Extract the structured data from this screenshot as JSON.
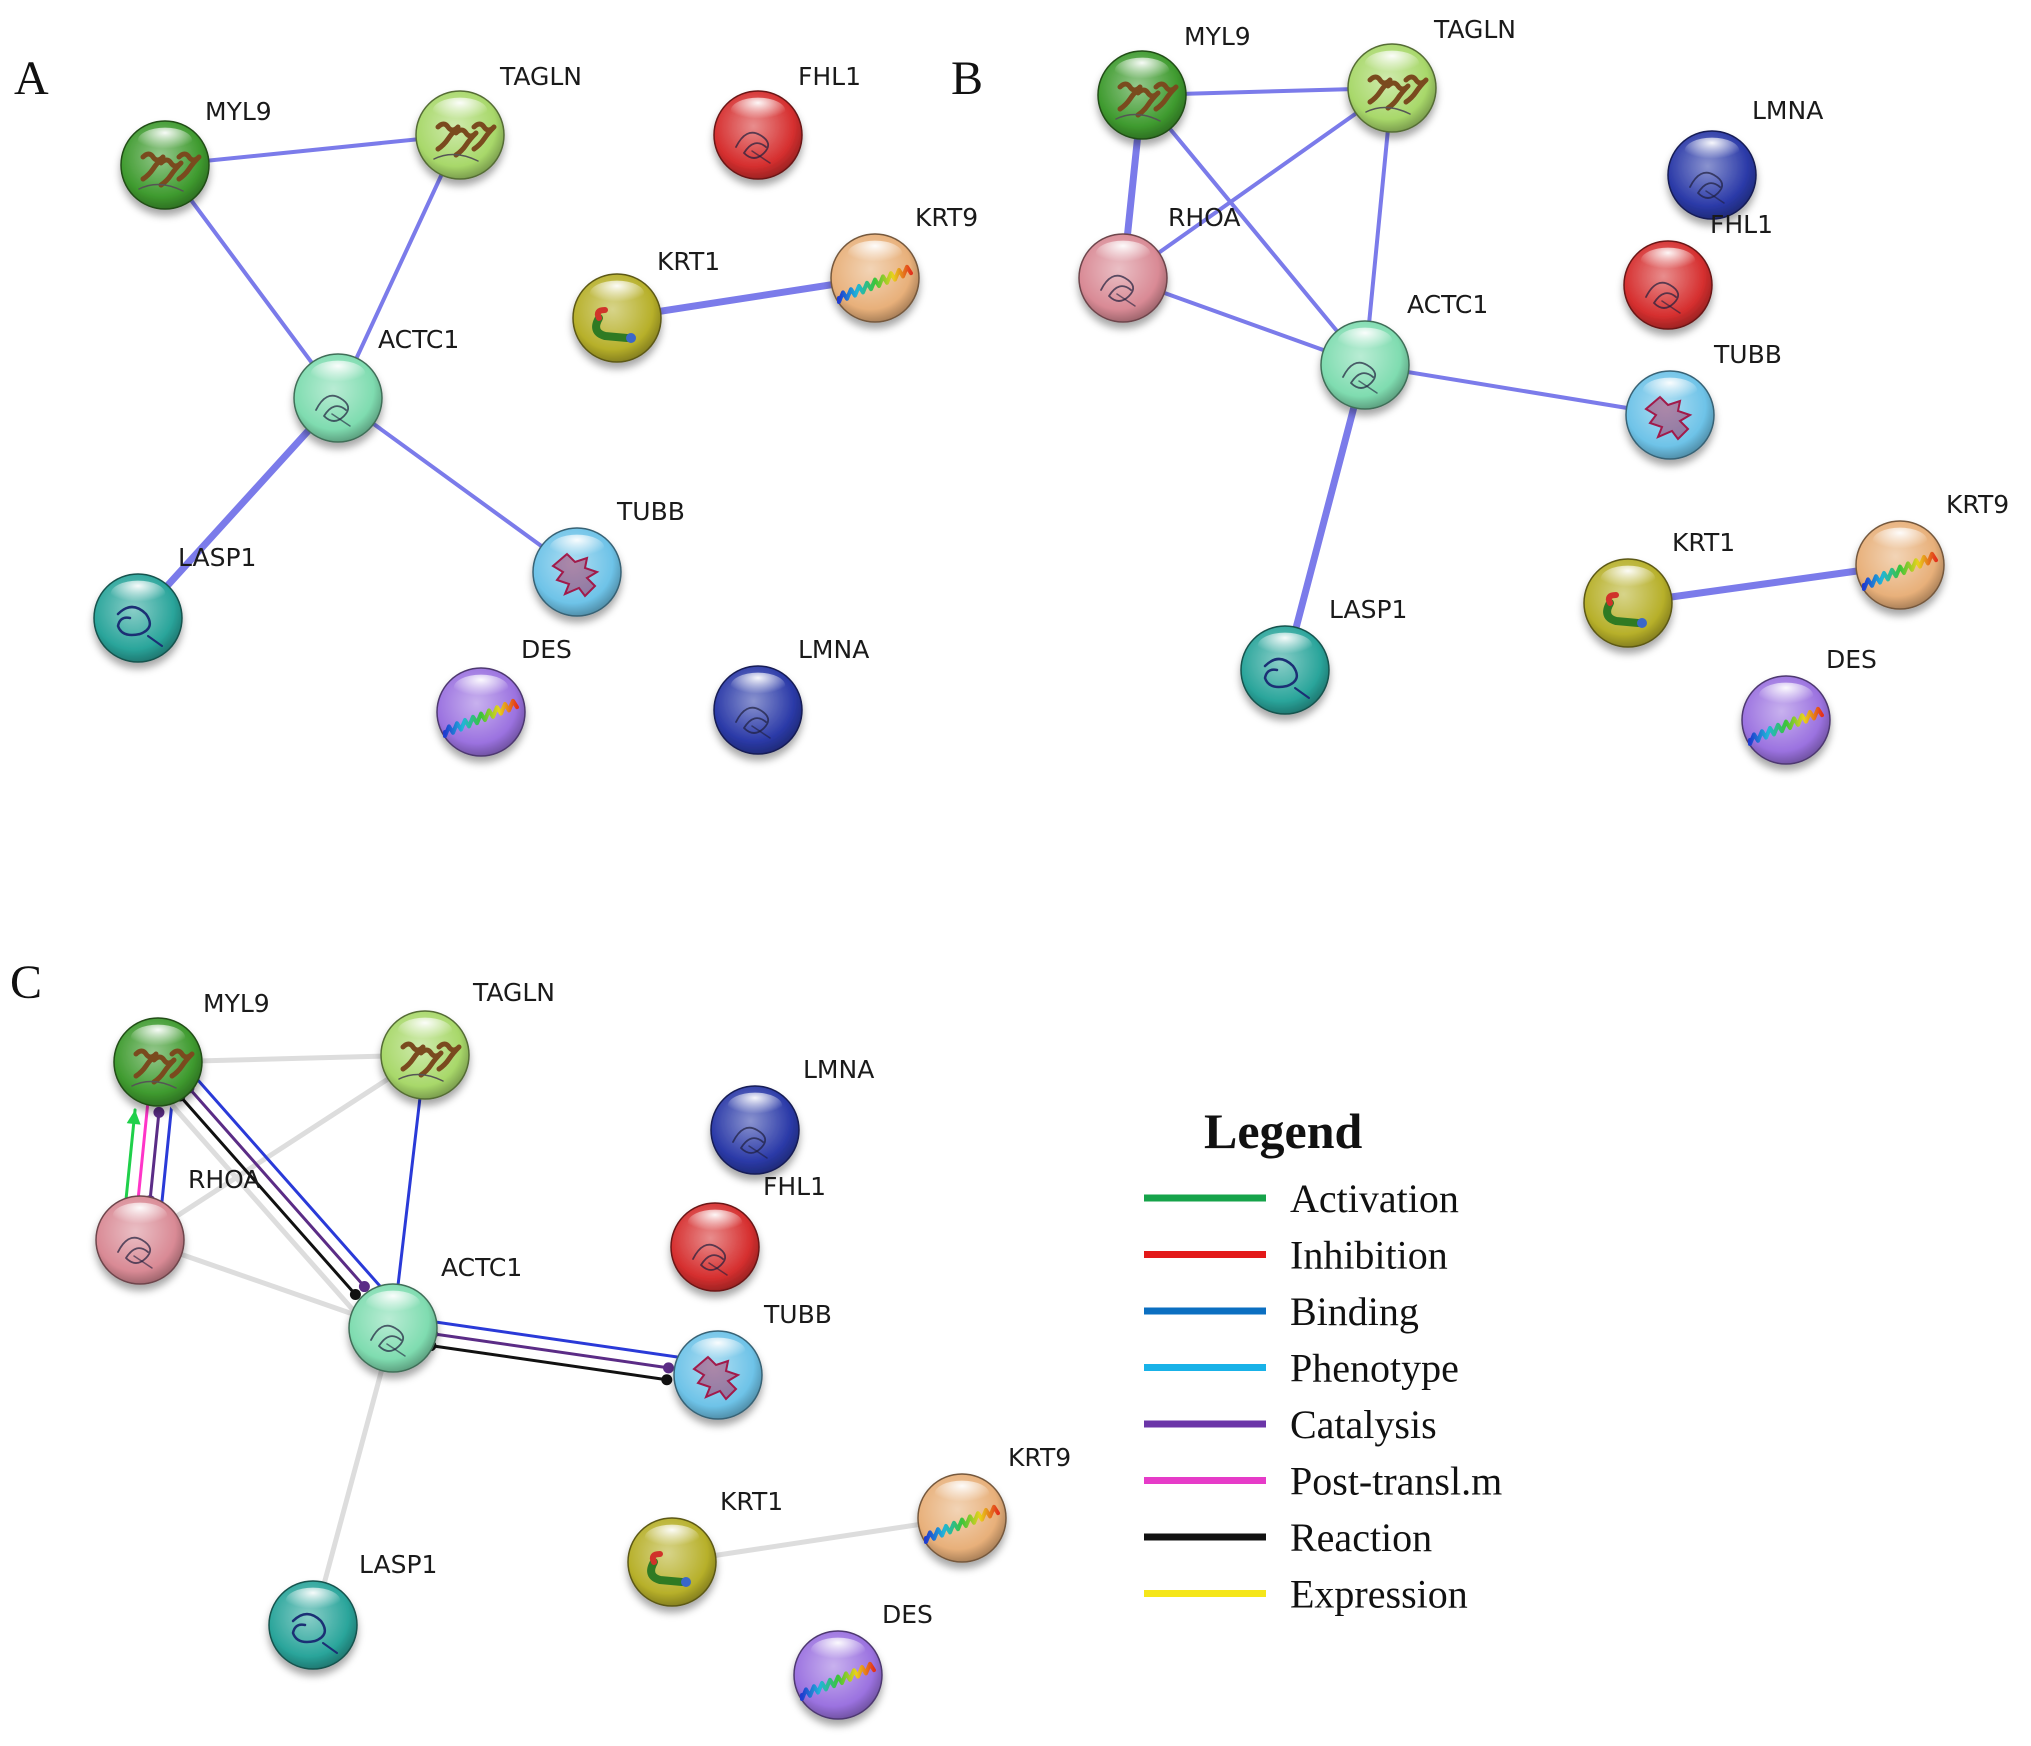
{
  "panels": [
    {
      "id": "A",
      "label": "A",
      "nodes": [
        {
          "id": "MYL9",
          "label": "MYL9",
          "color": "#3f9b2f",
          "glyph": "helix-bundle"
        },
        {
          "id": "TAGLN",
          "label": "TAGLN",
          "color": "#a8d86a",
          "glyph": "helix-bundle"
        },
        {
          "id": "FHL1",
          "label": "FHL1",
          "color": "#d62f2f",
          "glyph": "fold"
        },
        {
          "id": "KRT1",
          "label": "KRT1",
          "color": "#b7b02a",
          "glyph": "hook"
        },
        {
          "id": "KRT9",
          "label": "KRT9",
          "color": "#e8b07a",
          "glyph": "rainbow-helix"
        },
        {
          "id": "ACTC1",
          "label": "ACTC1",
          "color": "#7fdcb0",
          "glyph": "fold"
        },
        {
          "id": "LASP1",
          "label": "LASP1",
          "color": "#2aa59b",
          "glyph": "coil"
        },
        {
          "id": "TUBB",
          "label": "TUBB",
          "color": "#6ec3e8",
          "glyph": "dense-fold"
        },
        {
          "id": "DES",
          "label": "DES",
          "color": "#9b72e0",
          "glyph": "rainbow-helix"
        },
        {
          "id": "LMNA",
          "label": "LMNA",
          "color": "#2b3aa8",
          "glyph": "fold"
        }
      ],
      "edges": [
        {
          "from": "MYL9",
          "to": "TAGLN",
          "type": "confidence",
          "weight": "medium"
        },
        {
          "from": "MYL9",
          "to": "ACTC1",
          "type": "confidence",
          "weight": "medium"
        },
        {
          "from": "TAGLN",
          "to": "ACTC1",
          "type": "confidence",
          "weight": "medium"
        },
        {
          "from": "ACTC1",
          "to": "LASP1",
          "type": "confidence",
          "weight": "strong"
        },
        {
          "from": "ACTC1",
          "to": "TUBB",
          "type": "confidence",
          "weight": "medium"
        },
        {
          "from": "KRT1",
          "to": "KRT9",
          "type": "confidence",
          "weight": "strong"
        }
      ]
    },
    {
      "id": "B",
      "label": "B",
      "nodes": [
        {
          "id": "MYL9",
          "label": "MYL9",
          "color": "#3f9b2f",
          "glyph": "helix-bundle"
        },
        {
          "id": "TAGLN",
          "label": "TAGLN",
          "color": "#a8d86a",
          "glyph": "helix-bundle"
        },
        {
          "id": "LMNA",
          "label": "LMNA",
          "color": "#2b3aa8",
          "glyph": "fold"
        },
        {
          "id": "RHOA",
          "label": "RHOA",
          "color": "#d98a95",
          "glyph": "fold"
        },
        {
          "id": "FHL1",
          "label": "FHL1",
          "color": "#d62f2f",
          "glyph": "fold"
        },
        {
          "id": "ACTC1",
          "label": "ACTC1",
          "color": "#7fdcb0",
          "glyph": "fold"
        },
        {
          "id": "TUBB",
          "label": "TUBB",
          "color": "#6ec3e8",
          "glyph": "dense-fold"
        },
        {
          "id": "KRT9",
          "label": "KRT9",
          "color": "#e8b07a",
          "glyph": "rainbow-helix"
        },
        {
          "id": "KRT1",
          "label": "KRT1",
          "color": "#b7b02a",
          "glyph": "hook"
        },
        {
          "id": "LASP1",
          "label": "LASP1",
          "color": "#2aa59b",
          "glyph": "coil"
        },
        {
          "id": "DES",
          "label": "DES",
          "color": "#9b72e0",
          "glyph": "rainbow-helix"
        }
      ],
      "edges": [
        {
          "from": "MYL9",
          "to": "TAGLN",
          "type": "confidence",
          "weight": "medium"
        },
        {
          "from": "MYL9",
          "to": "RHOA",
          "type": "confidence",
          "weight": "strong"
        },
        {
          "from": "MYL9",
          "to": "ACTC1",
          "type": "confidence",
          "weight": "medium"
        },
        {
          "from": "TAGLN",
          "to": "RHOA",
          "type": "confidence",
          "weight": "medium"
        },
        {
          "from": "TAGLN",
          "to": "ACTC1",
          "type": "confidence",
          "weight": "medium"
        },
        {
          "from": "RHOA",
          "to": "ACTC1",
          "type": "confidence",
          "weight": "medium"
        },
        {
          "from": "ACTC1",
          "to": "TUBB",
          "type": "confidence",
          "weight": "medium"
        },
        {
          "from": "ACTC1",
          "to": "LASP1",
          "type": "confidence",
          "weight": "strong"
        },
        {
          "from": "KRT1",
          "to": "KRT9",
          "type": "confidence",
          "weight": "strong"
        }
      ]
    },
    {
      "id": "C",
      "label": "C",
      "nodes": [
        {
          "id": "MYL9",
          "label": "MYL9",
          "color": "#3f9b2f",
          "glyph": "helix-bundle"
        },
        {
          "id": "TAGLN",
          "label": "TAGLN",
          "color": "#a8d86a",
          "glyph": "helix-bundle"
        },
        {
          "id": "LMNA",
          "label": "LMNA",
          "color": "#2b3aa8",
          "glyph": "fold"
        },
        {
          "id": "RHOA",
          "label": "RHOA",
          "color": "#d98a95",
          "glyph": "fold"
        },
        {
          "id": "FHL1",
          "label": "FHL1",
          "color": "#d62f2f",
          "glyph": "fold"
        },
        {
          "id": "ACTC1",
          "label": "ACTC1",
          "color": "#7fdcb0",
          "glyph": "fold"
        },
        {
          "id": "TUBB",
          "label": "TUBB",
          "color": "#6ec3e8",
          "glyph": "dense-fold"
        },
        {
          "id": "KRT9",
          "label": "KRT9",
          "color": "#e8b07a",
          "glyph": "rainbow-helix"
        },
        {
          "id": "KRT1",
          "label": "KRT1",
          "color": "#b7b02a",
          "glyph": "hook"
        },
        {
          "id": "LASP1",
          "label": "LASP1",
          "color": "#2aa59b",
          "glyph": "coil"
        },
        {
          "id": "DES",
          "label": "DES",
          "color": "#9b72e0",
          "glyph": "rainbow-helix"
        }
      ],
      "edges": [
        {
          "from": "MYL9",
          "to": "TAGLN",
          "type": "unspecified"
        },
        {
          "from": "TAGLN",
          "to": "RHOA",
          "type": "unspecified"
        },
        {
          "from": "RHOA",
          "to": "ACTC1",
          "type": "unspecified"
        },
        {
          "from": "ACTC1",
          "to": "LASP1",
          "type": "unspecified"
        },
        {
          "from": "KRT1",
          "to": "KRT9",
          "type": "unspecified"
        },
        {
          "from": "TAGLN",
          "to": "ACTC1",
          "type": "binding"
        },
        {
          "from": "RHOA",
          "to": "MYL9",
          "type": "activation",
          "arrow": "to"
        },
        {
          "from": "RHOA",
          "to": "MYL9",
          "type": "post-translational",
          "arrow": "none"
        },
        {
          "from": "RHOA",
          "to": "MYL9",
          "type": "catalysis",
          "arrow": "dots"
        },
        {
          "from": "RHOA",
          "to": "MYL9",
          "type": "binding",
          "arrow": "none"
        },
        {
          "from": "MYL9",
          "to": "ACTC1",
          "type": "binding",
          "arrow": "none"
        },
        {
          "from": "MYL9",
          "to": "ACTC1",
          "type": "catalysis",
          "arrow": "dots"
        },
        {
          "from": "MYL9",
          "to": "ACTC1",
          "type": "reaction",
          "arrow": "dots"
        },
        {
          "from": "MYL9",
          "to": "ACTC1",
          "type": "unspecified",
          "arrow": "none"
        },
        {
          "from": "ACTC1",
          "to": "TUBB",
          "type": "binding",
          "arrow": "none"
        },
        {
          "from": "ACTC1",
          "to": "TUBB",
          "type": "catalysis",
          "arrow": "dots"
        },
        {
          "from": "ACTC1",
          "to": "TUBB",
          "type": "reaction",
          "arrow": "dots"
        }
      ]
    }
  ],
  "edge_colors": {
    "confidence": "#7b7bea",
    "unspecified": "#dddddd",
    "activation": "#1fd04a",
    "inhibition": "#ff1e1e",
    "binding": "#2a3ad8",
    "phenotype": "#19b2e8",
    "catalysis": "#5b2c86",
    "post-translational": "#ff35c8",
    "reaction": "#111111",
    "expression": "#f5e61a"
  },
  "legend": {
    "title": "Legend",
    "items": [
      {
        "label": "Activation",
        "color": "#16a34a"
      },
      {
        "label": "Inhibition",
        "color": "#e31919"
      },
      {
        "label": "Binding",
        "color": "#0b6fc1"
      },
      {
        "label": "Phenotype",
        "color": "#19b2e8"
      },
      {
        "label": "Catalysis",
        "color": "#6b35a8"
      },
      {
        "label": "Post-transl.m",
        "color": "#e63bc8"
      },
      {
        "label": "Reaction",
        "color": "#111111"
      },
      {
        "label": "Expression",
        "color": "#f5e61a"
      }
    ]
  }
}
